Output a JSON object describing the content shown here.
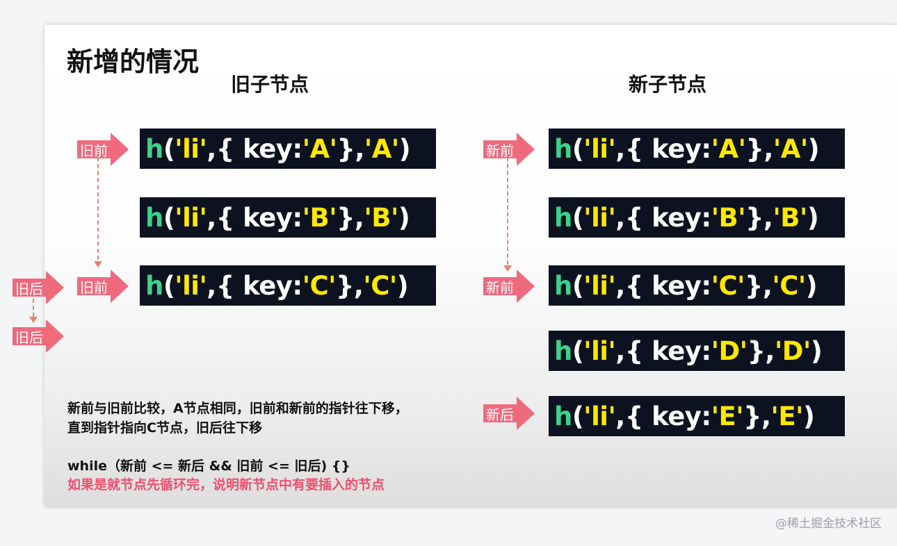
{
  "title": "新增的情况",
  "old_heading": "旧子节点",
  "new_heading": "新子节点",
  "old_nodes": [
    {
      "h": "h",
      "open": "(",
      "q1": "'li'",
      "mid": ",{ key: ",
      "key": "'A'",
      "close": "},",
      "val": "'A'",
      "end": ")"
    },
    {
      "h": "h",
      "open": "(",
      "q1": "'li'",
      "mid": ",{ key: ",
      "key": "'B'",
      "close": "},",
      "val": "'B'",
      "end": ")"
    },
    {
      "h": "h",
      "open": "(",
      "q1": "'li'",
      "mid": ",{ key: ",
      "key": "'C'",
      "close": "},",
      "val": "'C'",
      "end": ")"
    }
  ],
  "new_nodes": [
    {
      "h": "h",
      "open": "(",
      "q1": "'li'",
      "mid": ",{ key: ",
      "key": "'A'",
      "close": "},",
      "val": "'A'",
      "end": ")"
    },
    {
      "h": "h",
      "open": "(",
      "q1": "'li'",
      "mid": ",{ key: ",
      "key": "'B'",
      "close": "},",
      "val": "'B'",
      "end": ")"
    },
    {
      "h": "h",
      "open": "(",
      "q1": "'li'",
      "mid": ",{ key: ",
      "key": "'C'",
      "close": "},",
      "val": "'C'",
      "end": ")"
    },
    {
      "h": "h",
      "open": "(",
      "q1": "'li'",
      "mid": ",{ key: ",
      "key": "'D'",
      "close": "},",
      "val": "'D'",
      "end": ")"
    },
    {
      "h": "h",
      "open": "(",
      "q1": "'li'",
      "mid": ",{ key: ",
      "key": "'E'",
      "close": "},",
      "val": "'E'",
      "end": ")"
    }
  ],
  "pointers": {
    "old_front_1": "旧前",
    "old_front_2": "旧前",
    "old_back_1": "旧后",
    "old_back_2": "旧后",
    "new_front_1": "新前",
    "new_front_2": "新前",
    "new_back": "新后"
  },
  "notes": {
    "line1": "新前与旧前比较，A节点相同，旧前和新前的指针往下移，",
    "line2": "直到指针指向C节点，旧后往下移",
    "code": "while（新前 <= 新后  && 旧前 <= 旧后) {}",
    "conclusion": "如果是就节点先循环完，说明新节点中有要插入的节点"
  },
  "watermark": "@稀土掘金技术社区",
  "colors": {
    "node_bg": "#0d1220",
    "h_green": "#3bd38a",
    "key_yellow": "#ffe800",
    "pointer_pink": "#ef6a7d",
    "dash_orange": "#e8826e",
    "conclusion_red": "#ef4f6e"
  }
}
